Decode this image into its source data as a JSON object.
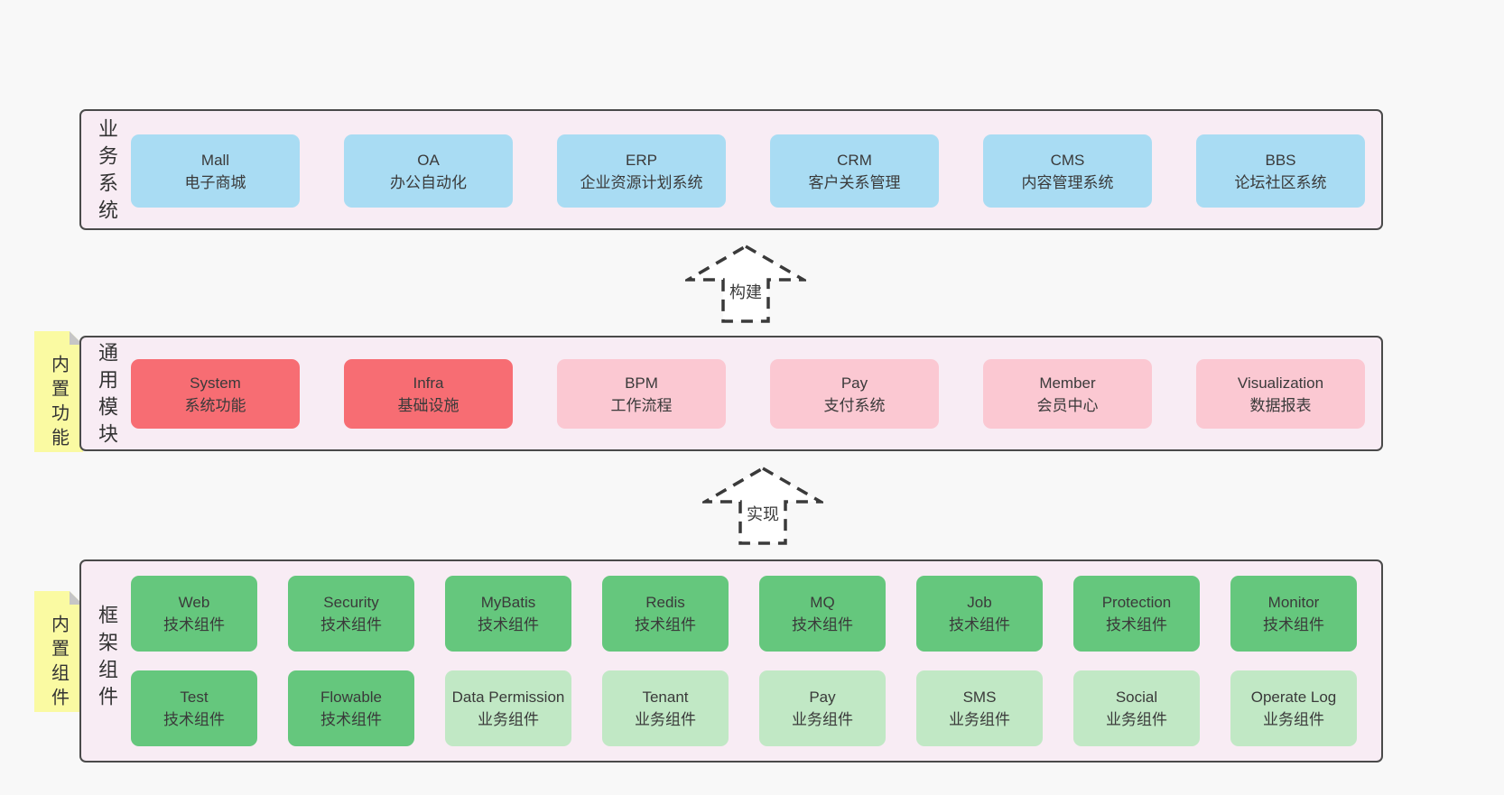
{
  "colors": {
    "page_bg": "#f8f8f8",
    "panel_bg": "#f8ecf4",
    "panel_border": "#4a4a4a",
    "blue_box": "#a9dcf3",
    "red_box": "#f76d73",
    "pink_box": "#fbc8d2",
    "green_box": "#65c77d",
    "light_green_box": "#c1e8c5",
    "sticky_note": "#fafaa2",
    "text": "#3a3a3a"
  },
  "arrows": [
    {
      "label": "构建"
    },
    {
      "label": "实现"
    }
  ],
  "sections": [
    {
      "label": "业务系统",
      "boxes": [
        {
          "title": "Mall",
          "subtitle": "电子商城",
          "variant": "blue"
        },
        {
          "title": "OA",
          "subtitle": "办公自动化",
          "variant": "blue"
        },
        {
          "title": "ERP",
          "subtitle": "企业资源计划系统",
          "variant": "blue"
        },
        {
          "title": "CRM",
          "subtitle": "客户关系管理",
          "variant": "blue"
        },
        {
          "title": "CMS",
          "subtitle": "内容管理系统",
          "variant": "blue"
        },
        {
          "title": "BBS",
          "subtitle": "论坛社区系统",
          "variant": "blue"
        }
      ]
    },
    {
      "label": "通用模块",
      "note": "内置功能",
      "boxes": [
        {
          "title": "System",
          "subtitle": "系统功能",
          "variant": "red"
        },
        {
          "title": "Infra",
          "subtitle": "基础设施",
          "variant": "red"
        },
        {
          "title": "BPM",
          "subtitle": "工作流程",
          "variant": "pink"
        },
        {
          "title": "Pay",
          "subtitle": "支付系统",
          "variant": "pink"
        },
        {
          "title": "Member",
          "subtitle": "会员中心",
          "variant": "pink"
        },
        {
          "title": "Visualization",
          "subtitle": "数据报表",
          "variant": "pink"
        }
      ]
    },
    {
      "label": "框架组件",
      "note": "内置组件",
      "rows": [
        [
          {
            "title": "Web",
            "subtitle": "技术组件",
            "variant": "green"
          },
          {
            "title": "Security",
            "subtitle": "技术组件",
            "variant": "green"
          },
          {
            "title": "MyBatis",
            "subtitle": "技术组件",
            "variant": "green"
          },
          {
            "title": "Redis",
            "subtitle": "技术组件",
            "variant": "green"
          },
          {
            "title": "MQ",
            "subtitle": "技术组件",
            "variant": "green"
          },
          {
            "title": "Job",
            "subtitle": "技术组件",
            "variant": "green"
          },
          {
            "title": "Protection",
            "subtitle": "技术组件",
            "variant": "green"
          },
          {
            "title": "Monitor",
            "subtitle": "技术组件",
            "variant": "green"
          }
        ],
        [
          {
            "title": "Test",
            "subtitle": "技术组件",
            "variant": "green"
          },
          {
            "title": "Flowable",
            "subtitle": "技术组件",
            "variant": "green"
          },
          {
            "title": "Data Permission",
            "subtitle": "业务组件",
            "variant": "light_green"
          },
          {
            "title": "Tenant",
            "subtitle": "业务组件",
            "variant": "light_green"
          },
          {
            "title": "Pay",
            "subtitle": "业务组件",
            "variant": "light_green"
          },
          {
            "title": "SMS",
            "subtitle": "业务组件",
            "variant": "light_green"
          },
          {
            "title": "Social",
            "subtitle": "业务组件",
            "variant": "light_green"
          },
          {
            "title": "Operate Log",
            "subtitle": "业务组件",
            "variant": "light_green"
          }
        ]
      ]
    }
  ]
}
